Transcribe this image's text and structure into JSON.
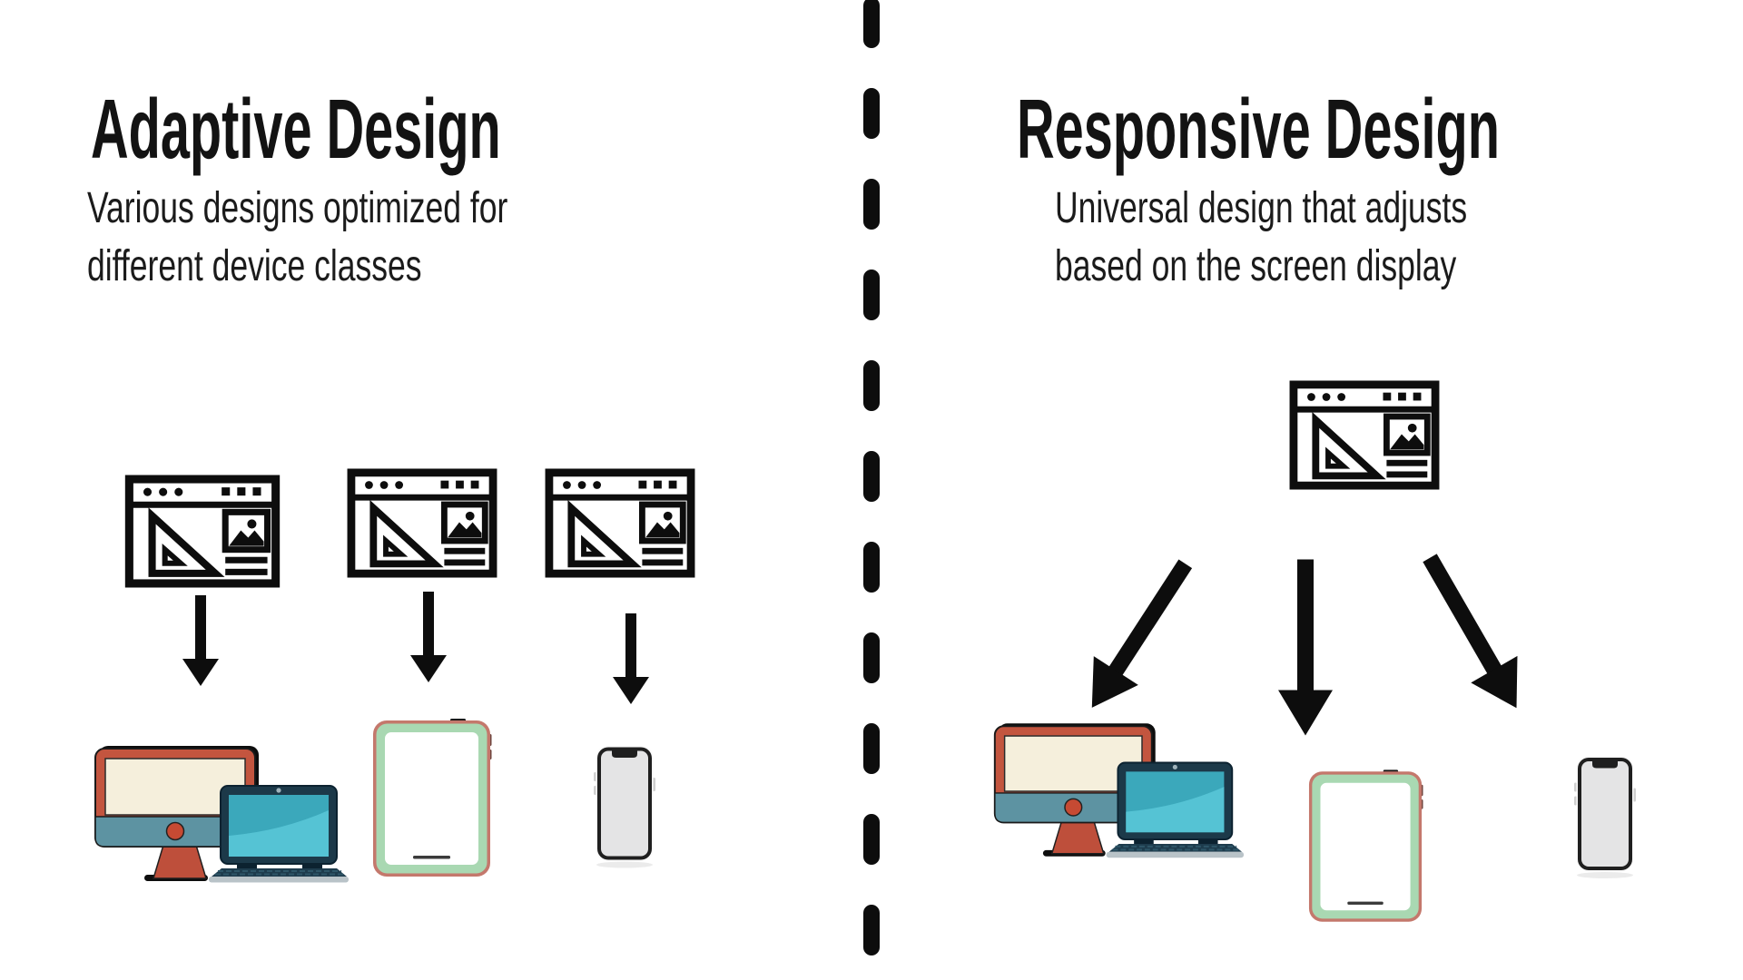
{
  "meta": {
    "kind": "comparison-infographic",
    "background": "#ffffff",
    "divider_color": "#0d0d0d",
    "text_color": "#131313"
  },
  "left_panel": {
    "title": "Adaptive Design",
    "subtitle_line1": "Various designs optimized for",
    "subtitle_line2": "different device classes",
    "wireframe_count": 3,
    "devices": [
      "desktop-and-laptop",
      "tablet",
      "phone"
    ]
  },
  "right_panel": {
    "title": "Responsive Design",
    "subtitle_line1": "Universal design that adjusts",
    "subtitle_line2": "based on the screen display",
    "wireframe_count": 1,
    "devices": [
      "desktop-and-laptop",
      "tablet",
      "phone"
    ]
  },
  "palette": {
    "line_art": "#0d0d0d",
    "monitor_frame": "#C3553F",
    "monitor_screen": "#F5EFDC",
    "monitor_bar": "#5D93A2",
    "monitor_button": "#C64A33",
    "laptop_body": "#1C3949",
    "laptop_screen": "#3BA8BB",
    "laptop_screen_highlight": "#55C3D4",
    "laptop_base": "#B9C3C8",
    "tablet_edge": "#C4786C",
    "tablet_frame": "#A9D8B2",
    "tablet_screen": "#FFFFFF",
    "phone_frame": "#1F1F1F",
    "phone_screen": "#E4E4E5"
  }
}
